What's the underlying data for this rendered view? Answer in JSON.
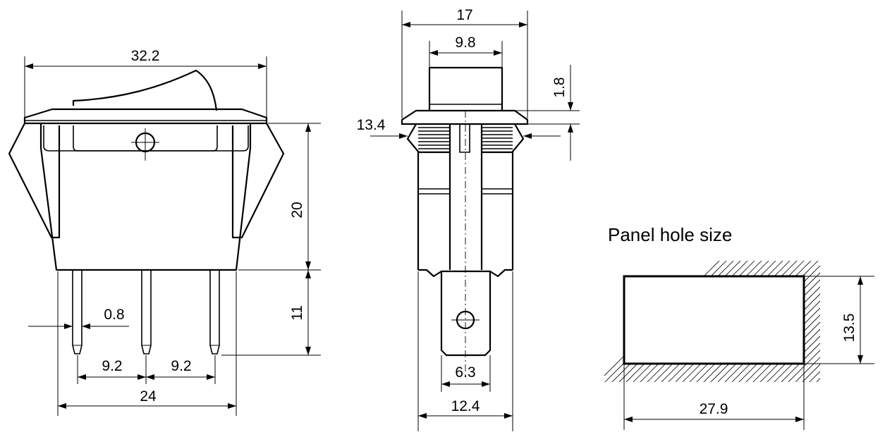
{
  "colors": {
    "line": "#000000",
    "background": "#ffffff"
  },
  "front_view": {
    "overall_width": "32.2",
    "body_height": "20",
    "terminal_length": "11",
    "terminal_thickness": "0.8",
    "pitch_left": "9.2",
    "pitch_right": "9.2",
    "base_width": "24"
  },
  "side_view": {
    "bezel_width": "17",
    "rocker_width": "9.8",
    "bezel_thickness": "1.8",
    "clip_height": "13.4",
    "tab_width": "6.3",
    "body_width": "12.4"
  },
  "panel_hole": {
    "title": "Panel hole size",
    "width": "27.9",
    "height": "13.5"
  }
}
